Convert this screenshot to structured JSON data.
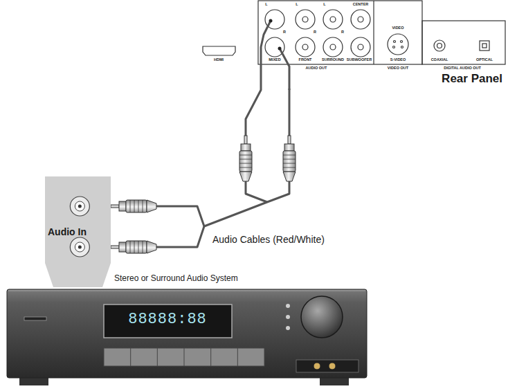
{
  "diagram": {
    "nodes": [
      {
        "text": [
          "Rear Panel"
        ]
      },
      {
        "text": [
          "Audio In"
        ]
      },
      {
        "text": [
          "Stereo or Surround Audio System"
        ]
      }
    ],
    "edges": [
      {
        "from": 1,
        "to": 0,
        "label": "Audio Cables (Red/White)",
        "arrow": "none"
      }
    ],
    "labels": [
      "HDMI",
      "L",
      "L",
      "L",
      "CENTER",
      "R",
      "R",
      "R",
      "MIXED",
      "FRONT",
      "SURROUND",
      "SUBWOOFER",
      "AUDIO OUT",
      "VIDEO",
      "S-VIDEO",
      "VIDEO OUT",
      "COAXIAL",
      "OPTICAL",
      "DIGITAL AUDIO OUT",
      "88888:88"
    ]
  }
}
